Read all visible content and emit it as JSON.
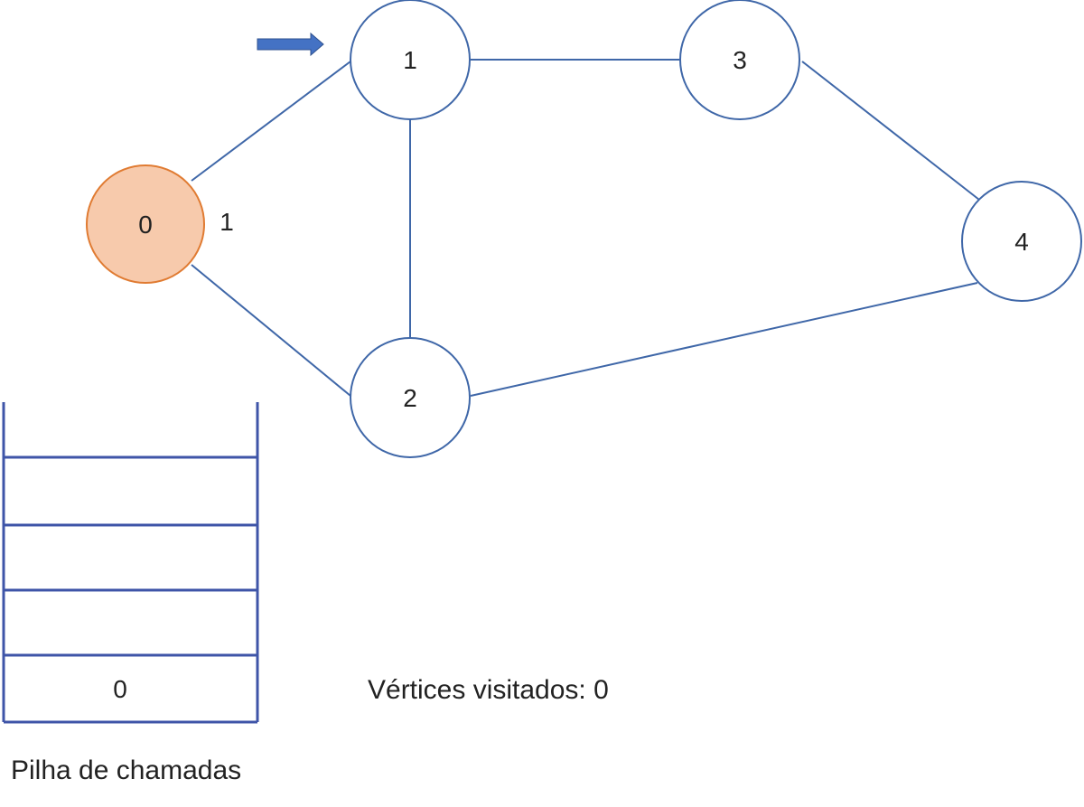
{
  "colors": {
    "edge": "#3F67A8",
    "node_stroke": "#3F67A8",
    "node_fill": "#FFFFFF",
    "visited_fill": "#F7CAAC",
    "visited_stroke": "#E07B32",
    "arrow_fill": "#4472C4",
    "stack_line": "#3F55A8"
  },
  "graph": {
    "nodes": [
      {
        "id": "0",
        "label": "0",
        "state": "visited"
      },
      {
        "id": "1",
        "label": "1",
        "state": "unvisited"
      },
      {
        "id": "2",
        "label": "2",
        "state": "unvisited"
      },
      {
        "id": "3",
        "label": "3",
        "state": "unvisited"
      },
      {
        "id": "4",
        "label": "4",
        "state": "unvisited"
      }
    ],
    "edges": [
      [
        "0",
        "1"
      ],
      [
        "0",
        "2"
      ],
      [
        "1",
        "2"
      ],
      [
        "1",
        "3"
      ],
      [
        "3",
        "4"
      ],
      [
        "2",
        "4"
      ]
    ],
    "next_neighbor_label": "1",
    "pointer_target": "1",
    "pointer_icon": "right-arrow-icon"
  },
  "stack": {
    "title": "Pilha de chamadas",
    "slots": [
      "",
      "",
      "",
      "",
      "0"
    ]
  },
  "visited": {
    "text": "Vértices visitados: 0"
  }
}
